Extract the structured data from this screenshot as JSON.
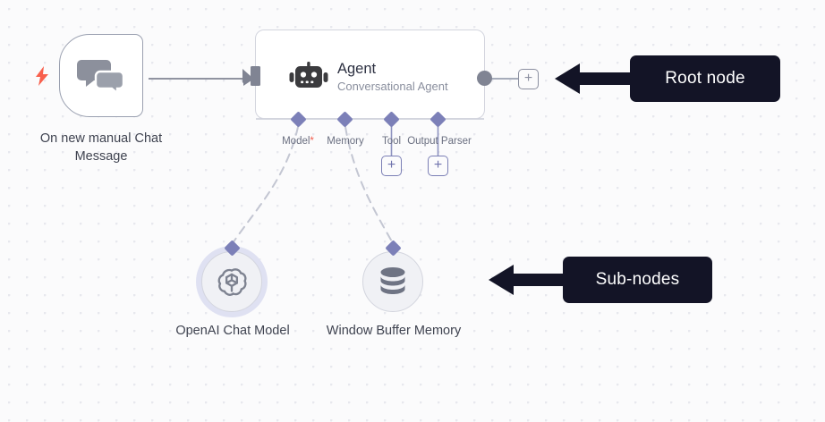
{
  "canvas": {
    "background_color": "#fbfbfc",
    "dot_color": "#e7e8ee"
  },
  "nodes": {
    "trigger": {
      "label": "On new manual Chat Message",
      "icon": "chat-bubbles-icon",
      "badge_icon": "lightning-bolt-icon",
      "badge_color": "#f8604d",
      "shape": "rounded-left-trigger"
    },
    "agent": {
      "title": "Agent",
      "subtitle": "Conversational Agent",
      "icon": "robot-icon",
      "icon_color": "#3b3b3e",
      "title_color": "#2d3142",
      "subtitle_color": "#8a8f9e"
    },
    "sub_nodes": [
      {
        "name": "openai-chat-model",
        "label": "OpenAI Chat Model",
        "icon": "openai-logo-icon",
        "highlighted": true,
        "halo_color": "#dfe1f2"
      },
      {
        "name": "window-buffer-memory",
        "label": "Window Buffer Memory",
        "icon": "database-icon",
        "highlighted": false,
        "halo_color": ""
      }
    ]
  },
  "ports": [
    {
      "name": "model",
      "label": "Model",
      "required": true,
      "required_mark": "*",
      "has_plus": false
    },
    {
      "name": "memory",
      "label": "Memory",
      "required": false,
      "required_mark": "",
      "has_plus": false
    },
    {
      "name": "tool",
      "label": "Tool",
      "required": false,
      "required_mark": "",
      "has_plus": true
    },
    {
      "name": "output-parser",
      "label": "Output Parser",
      "required": false,
      "required_mark": "",
      "has_plus": true
    }
  ],
  "buttons": {
    "add_main": "+",
    "add_tool": "+",
    "add_output_parser": "+"
  },
  "annotations": [
    {
      "name": "root-node-callout",
      "text": "Root node",
      "bg": "#131426",
      "fg": "#ffffff"
    },
    {
      "name": "sub-nodes-callout",
      "text": "Sub-nodes",
      "bg": "#131426",
      "fg": "#ffffff"
    }
  ],
  "colors": {
    "connector_purple": "#7c80b8",
    "connector_gray": "#808493",
    "node_border": "#d3d5de",
    "label_text": "#3f4350",
    "required_star": "#f25c4c"
  }
}
